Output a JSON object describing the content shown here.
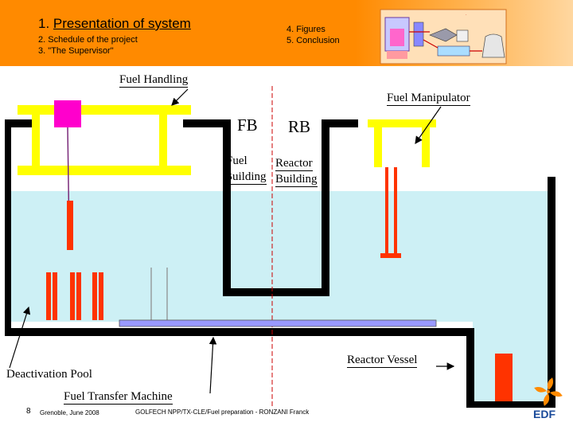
{
  "header": {
    "title_number": "1.",
    "title_text": "Presentation of system",
    "items_left": [
      "2. Schedule of the project",
      "3. \"The Supervisor\""
    ],
    "items_right": [
      "4. Figures",
      "5. Conclusion"
    ]
  },
  "labels": {
    "fuel_handling": "Fuel Handling",
    "fuel_manipulator": "Fuel Manipulator",
    "fb": "FB",
    "rb": "RB",
    "fuel": "Fuel",
    "building_left": "Building",
    "reactor": "Reactor",
    "building_right": "Building",
    "reactor_vessel": "Reactor Vessel",
    "deactivation_pool": "Deactivation Pool",
    "fuel_transfer_machine": "Fuel Transfer Machine"
  },
  "footer": {
    "page_number": "8",
    "location_date": "Grenoble, June 2008",
    "caption": "GOLFECH NPP/TX-CLE/Fuel preparation - RONZANI Franck",
    "logo_text": "EDF"
  },
  "colors": {
    "header_orange": "#ff8a00",
    "water": "#cdf0f5",
    "crane_yellow": "#ffff00",
    "fuel_red": "#ff3300",
    "magenta_grab": "#ff00cc",
    "transfer_tube": "#9999ff",
    "edf_blue": "#1a4a9a"
  }
}
